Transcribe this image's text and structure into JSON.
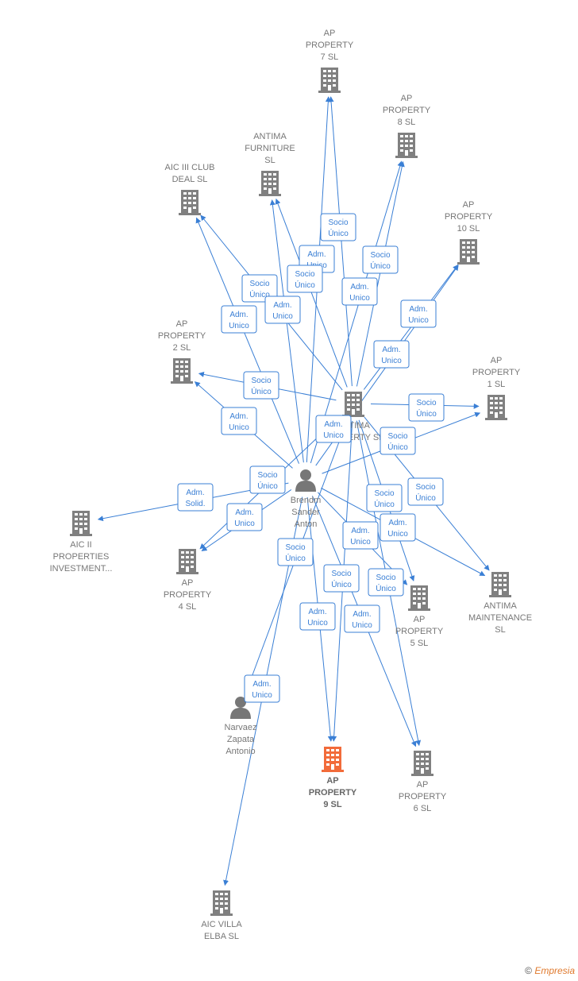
{
  "colors": {
    "edge": "#3a7fd5",
    "company": "#808080",
    "focus": "#f26b3a",
    "person": "#777777"
  },
  "nodes": [
    {
      "id": "ap7",
      "type": "company",
      "label": [
        "AP",
        "PROPERTY",
        "7  SL"
      ]
    },
    {
      "id": "ap8",
      "type": "company",
      "label": [
        "AP",
        "PROPERTY",
        "8  SL"
      ]
    },
    {
      "id": "antimaf",
      "type": "company",
      "label": [
        "ANTIMA",
        "FURNITURE",
        "SL"
      ]
    },
    {
      "id": "aic3",
      "type": "company",
      "label": [
        "AIC III CLUB",
        "DEAL  SL"
      ]
    },
    {
      "id": "ap10",
      "type": "company",
      "label": [
        "AP",
        "PROPERTY",
        "10  SL"
      ]
    },
    {
      "id": "ap2",
      "type": "company",
      "label": [
        "AP",
        "PROPERTY",
        "2  SL"
      ]
    },
    {
      "id": "antima",
      "type": "company",
      "label": [
        "ANTIMA",
        "PROPERTY  SL"
      ]
    },
    {
      "id": "ap1",
      "type": "company",
      "label": [
        "AP",
        "PROPERTY",
        "1  SL"
      ]
    },
    {
      "id": "brendm",
      "type": "person",
      "label": [
        "Brendm",
        "Sander",
        "Anton"
      ]
    },
    {
      "id": "aic2",
      "type": "company",
      "label": [
        "AIC II",
        "PROPERTIES",
        "INVESTMENT..."
      ]
    },
    {
      "id": "ap4",
      "type": "company",
      "label": [
        "AP",
        "PROPERTY",
        "4  SL"
      ]
    },
    {
      "id": "antimam",
      "type": "company",
      "label": [
        "ANTIMA",
        "MAINTENANCE",
        "SL"
      ]
    },
    {
      "id": "ap5",
      "type": "company",
      "label": [
        "AP",
        "PROPERTY",
        "5  SL"
      ]
    },
    {
      "id": "narvaez",
      "type": "person",
      "label": [
        "Narvaez",
        "Zapata",
        "Antonio"
      ]
    },
    {
      "id": "ap9",
      "type": "focus",
      "label": [
        "AP",
        "PROPERTY",
        "9  SL"
      ]
    },
    {
      "id": "ap6",
      "type": "company",
      "label": [
        "AP",
        "PROPERTY",
        "6  SL"
      ]
    },
    {
      "id": "aicv",
      "type": "company",
      "label": [
        "AIC VILLA",
        "ELBA  SL"
      ]
    }
  ],
  "edges": [
    {
      "from": "antima",
      "to": "ap7"
    },
    {
      "from": "brendm",
      "to": "ap7"
    },
    {
      "from": "antima",
      "to": "ap8"
    },
    {
      "from": "brendm",
      "to": "ap8"
    },
    {
      "from": "antima",
      "to": "antimaf"
    },
    {
      "from": "brendm",
      "to": "antimaf"
    },
    {
      "from": "antima",
      "to": "aic3"
    },
    {
      "from": "brendm",
      "to": "aic3"
    },
    {
      "from": "antima",
      "to": "ap10"
    },
    {
      "from": "brendm",
      "to": "ap10"
    },
    {
      "from": "antima",
      "to": "ap2"
    },
    {
      "from": "brendm",
      "to": "ap2"
    },
    {
      "from": "antima",
      "to": "ap1"
    },
    {
      "from": "brendm",
      "to": "ap1"
    },
    {
      "from": "brendm",
      "to": "aic2"
    },
    {
      "from": "antima",
      "to": "ap4"
    },
    {
      "from": "brendm",
      "to": "ap4"
    },
    {
      "from": "antima",
      "to": "ap5"
    },
    {
      "from": "brendm",
      "to": "ap5"
    },
    {
      "from": "antima",
      "to": "antimam"
    },
    {
      "from": "brendm",
      "to": "antimam"
    },
    {
      "from": "antima",
      "to": "ap9"
    },
    {
      "from": "brendm",
      "to": "ap9"
    },
    {
      "from": "antima",
      "to": "ap6"
    },
    {
      "from": "brendm",
      "to": "ap6"
    },
    {
      "from": "brendm",
      "to": "aicv"
    },
    {
      "from": "narvaez",
      "to": "antima"
    }
  ],
  "edge_labels": [
    [
      "Socio",
      "Único"
    ],
    [
      "Adm.",
      "Unico"
    ],
    [
      "Socio",
      "Único"
    ],
    [
      "Socio",
      "Único"
    ],
    [
      "Adm.",
      "Unico"
    ],
    [
      "Socio",
      "Único"
    ],
    [
      "Adm.",
      "Unico"
    ],
    [
      "Adm.",
      "Unico"
    ],
    [
      "Adm.",
      "Unico"
    ],
    [
      "Socio",
      "Único"
    ],
    [
      "Adm.",
      "Unico"
    ],
    [
      "Socio",
      "Único"
    ],
    [
      "Socio",
      "Único"
    ],
    [
      "Adm.",
      "Unico"
    ],
    [
      "Adm.",
      "Unico"
    ],
    [
      "Adm.",
      "Solid."
    ],
    [
      "Socio",
      "Único"
    ],
    [
      "Adm.",
      "Unico"
    ],
    [
      "Socio",
      "Único"
    ],
    [
      "Socio",
      "Único"
    ],
    [
      "Adm.",
      "Unico"
    ],
    [
      "Adm.",
      "Unico"
    ],
    [
      "Socio",
      "Único"
    ],
    [
      "Socio",
      "Único"
    ],
    [
      "Socio",
      "Único"
    ],
    [
      "Adm.",
      "Unico"
    ],
    [
      "Adm.",
      "Unico"
    ],
    [
      "Adm.",
      "Unico"
    ]
  ],
  "footer": {
    "copyright": "©",
    "brand": "Empresia"
  }
}
